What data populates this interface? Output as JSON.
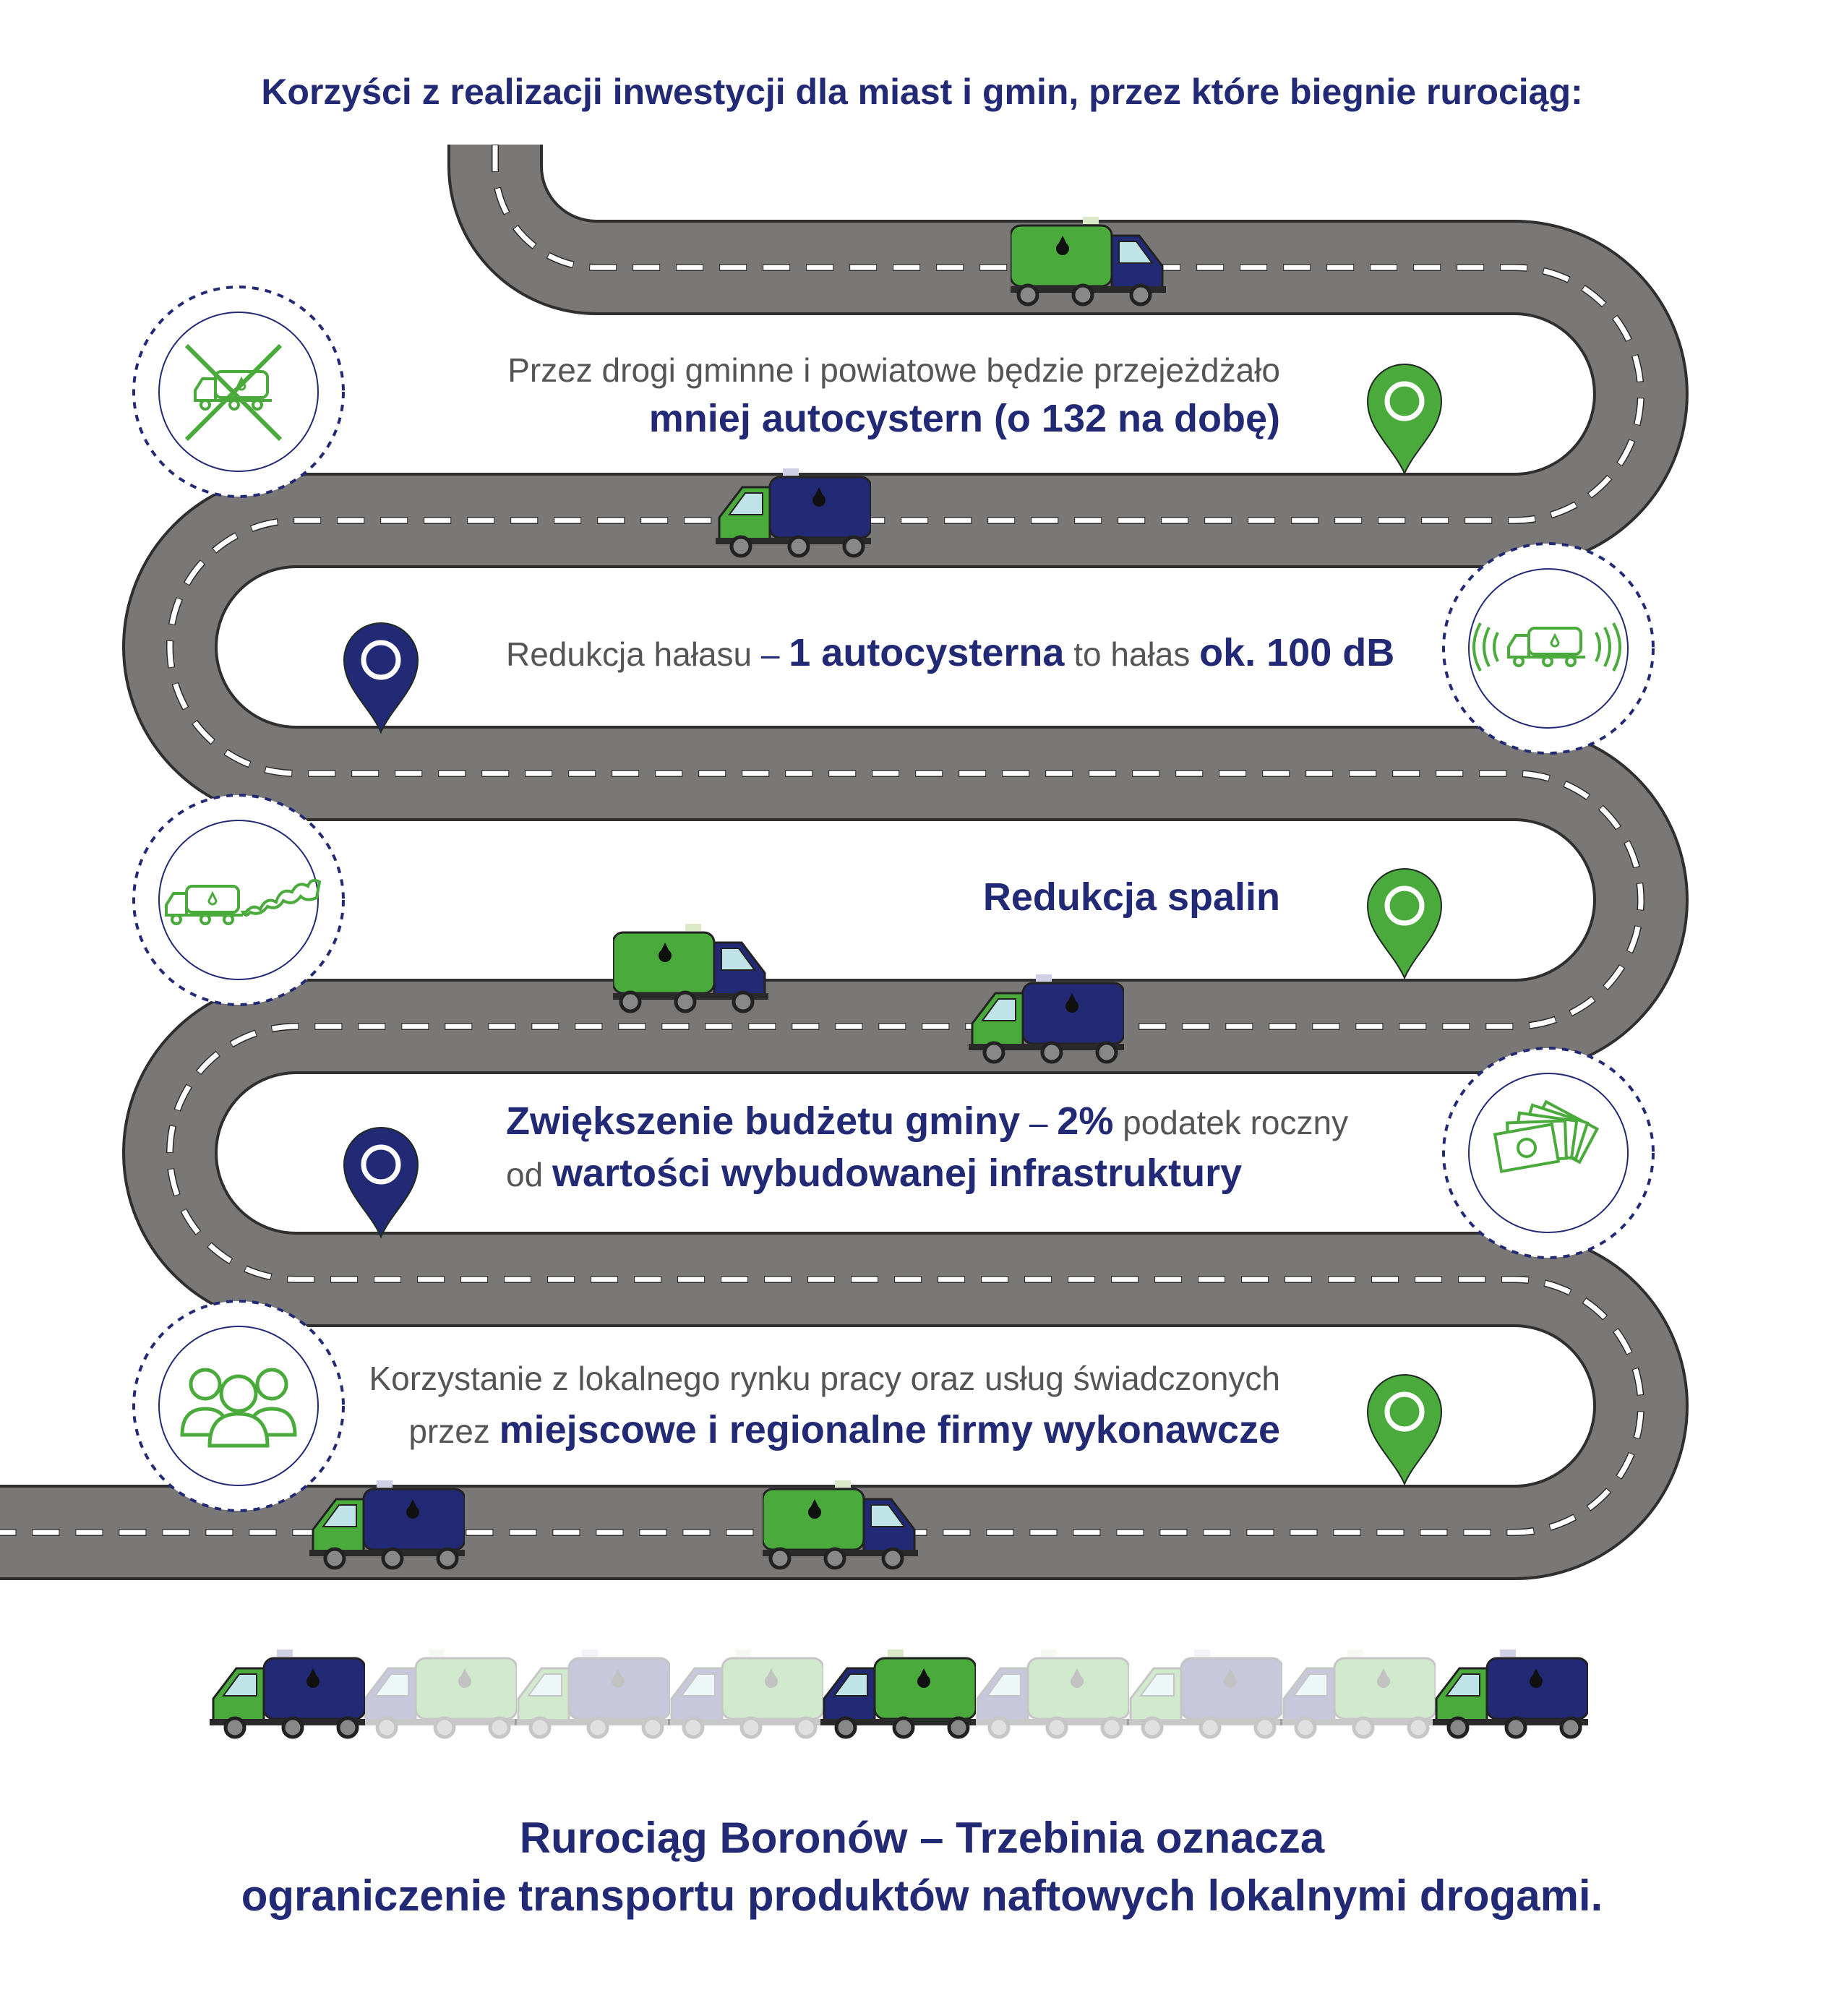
{
  "title": "Korzyści z realizacji inwestycji dla miast i gmin, przez które biegnie rurociąg:",
  "colors": {
    "navy": "#232a75",
    "green": "#4aaa3c",
    "road": "#7a7876",
    "road_outline": "#2f2f2f",
    "text_gray": "#555555"
  },
  "benefits": [
    {
      "line1": "Przez drogi gminne i powiatowe będzie przejeżdżało",
      "line2_bold": "mniej autocystern (o 132 na dobę)",
      "icon": "crossed-out-tanker-icon",
      "pin": "green-location-pin-icon"
    },
    {
      "text_a": "Redukcja hałasu",
      "dash": " – ",
      "bold_a": "1 autocysterna",
      "text_b": " to hałas ",
      "bold_b": "ok. 100 dB",
      "icon": "noisy-tanker-icon",
      "pin": "navy-location-pin-icon"
    },
    {
      "bold": "Redukcja spalin",
      "icon": "tanker-exhaust-icon",
      "pin": "green-location-pin-icon"
    },
    {
      "bold_a": "Zwiększenie budżetu gminy",
      "dash": " – ",
      "bold_b": "2%",
      "text_a": " podatek roczny",
      "text_b": "od ",
      "bold_c": "wartości wybudowanej infrastruktury",
      "icon": "money-bills-icon",
      "pin": "navy-location-pin-icon"
    },
    {
      "line1": "Korzystanie z lokalnego rynku pracy oraz usług świadczonych",
      "line2_text": "przez ",
      "line2_bold": "miejscowe i regionalne firmy wykonawcze",
      "icon": "people-group-icon",
      "pin": "green-location-pin-icon"
    }
  ],
  "footer": {
    "line1": "Rurociąg  Boronów – Trzebinia oznacza",
    "line2": "ograniczenie transportu produktów naftowych lokalnymi drogami."
  },
  "convoy": {
    "count": 9,
    "faded_count": 6
  }
}
